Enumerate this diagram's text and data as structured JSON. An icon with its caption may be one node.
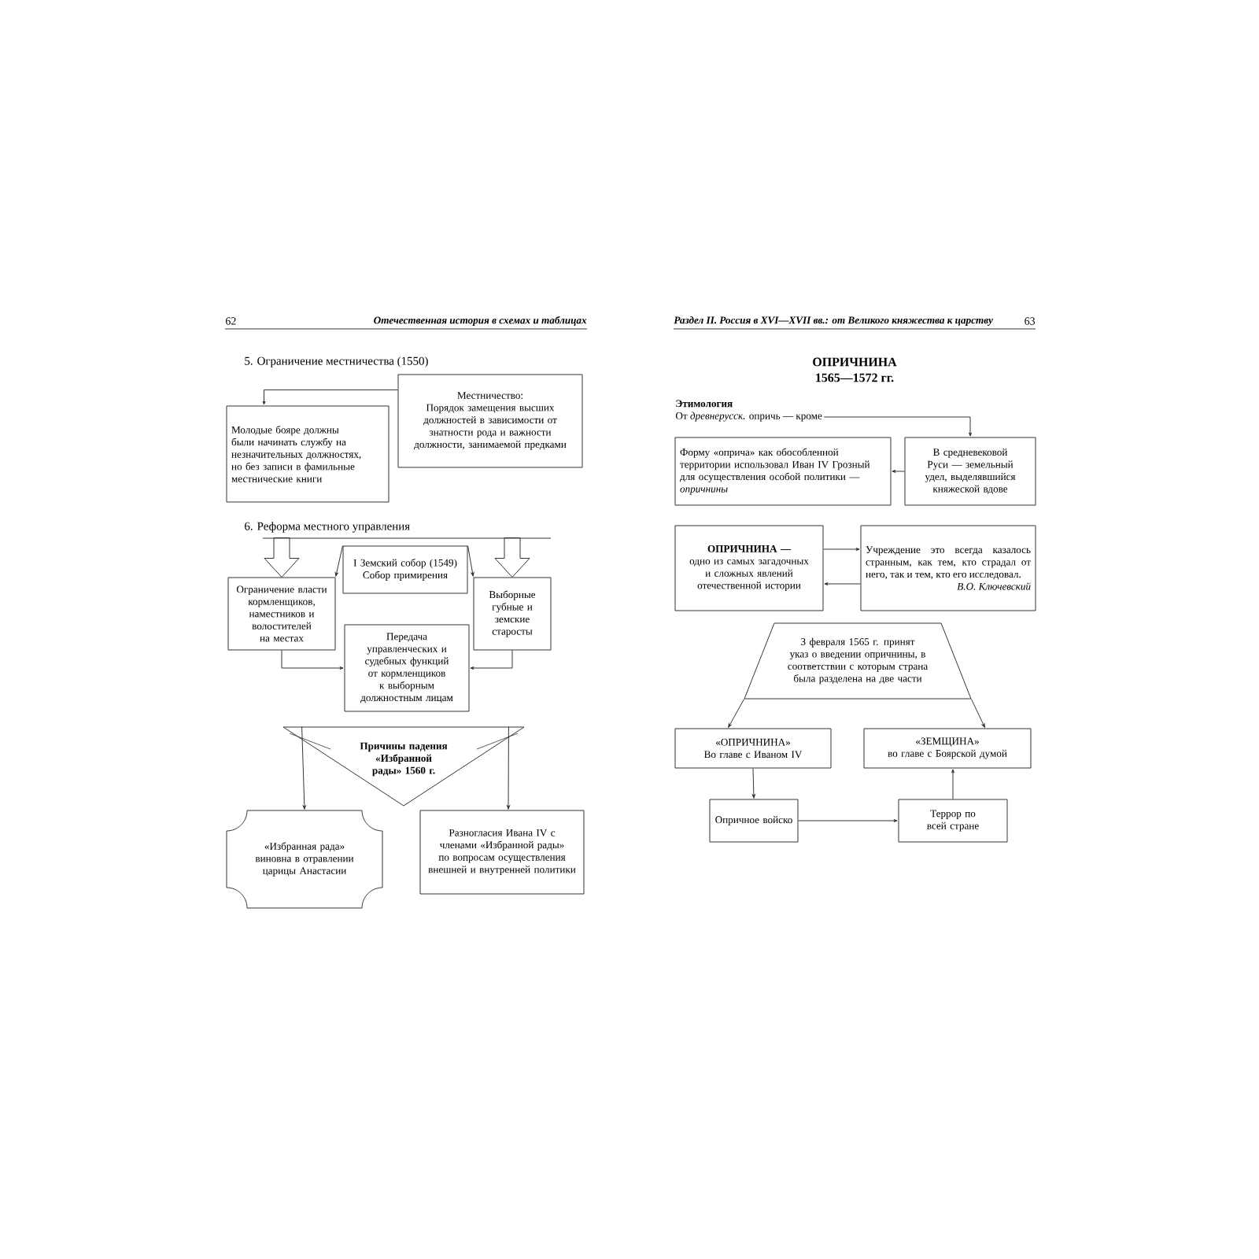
{
  "diagram": {
    "nodes": [
      {
        "text": [
          "Местничество:",
          "Порядок замещения высших должностей в зависимости от знатности рода и важности должности, занимаемой предками"
        ]
      },
      {
        "text": [
          "Молодые бояре должны были начинать службу на незначительных должностях, но без записи в фамильные местнические книги"
        ]
      },
      {
        "text": [
          "I Земский собор (1549)",
          "Собор примирения"
        ]
      },
      {
        "text": [
          "Ограничение власти кормленщиков, наместников и волостителей на местах"
        ]
      },
      {
        "text": [
          "Выборные губные и земские старосты"
        ]
      },
      {
        "text": [
          "Передача управленческих и судебных функций от кормленщиков к выборным должностным лицам"
        ]
      },
      {
        "text": [
          "Причины падения «Избранной рады» 1560 г."
        ]
      },
      {
        "text": [
          "«Избранная рада» виновна в отравлении царицы Анастасии"
        ]
      },
      {
        "text": [
          "Разногласия Ивана IV с членами «Избранной рады» по вопросам осуществления внешней и внутренней политики"
        ]
      },
      {
        "text": [
          "Этимология",
          "От *древнерусск.* опричь — кроме"
        ]
      },
      {
        "text": [
          "Форму «оприча» как обособленной территории использовал Иван IV Грозный для осуществления особой политики — *опричнины*"
        ]
      },
      {
        "text": [
          "В средневековой Руси — земельный удел, выделявшийся княжеской вдове"
        ]
      },
      {
        "text": [
          "ОПРИЧНИНА —",
          "одно из самых загадочных и сложных явлений отечественной истории"
        ]
      },
      {
        "text": [
          "Учреждение это всегда казалось странным, как тем, кто страдал от него, так и тем, кто его исследовал.",
          "В.О. Ключевский"
        ]
      },
      {
        "text": [
          "3 февраля 1565 г. принят указ о введении опричнины, в соответствии с которым страна была разделена на две части"
        ]
      },
      {
        "text": [
          "«ОПРИЧНИНА»",
          "Во главе с Иваном IV"
        ]
      },
      {
        "text": [
          "«ЗЕМЩИНА»",
          "во главе с Боярской думой"
        ]
      },
      {
        "text": [
          "Опричное войско"
        ]
      },
      {
        "text": [
          "Террор по всей стране"
        ]
      }
    ],
    "edges": [
      {
        "from": 0,
        "to": 1,
        "arrow": "to"
      },
      {
        "from": null,
        "to": 3,
        "arrow": "to",
        "style": "thick"
      },
      {
        "from": null,
        "to": 4,
        "arrow": "to",
        "style": "thick"
      },
      {
        "from": 2,
        "to": 3,
        "arrow": "to"
      },
      {
        "from": 2,
        "to": 4,
        "arrow": "to"
      },
      {
        "from": 3,
        "to": 5,
        "arrow": "to"
      },
      {
        "from": 4,
        "to": 5,
        "arrow": "to"
      },
      {
        "from": 6,
        "to": 7,
        "arrow": "to"
      },
      {
        "from": 6,
        "to": 8,
        "arrow": "to"
      },
      {
        "from": 9,
        "to": 11,
        "arrow": "to"
      },
      {
        "from": 11,
        "to": 10,
        "arrow": "to"
      },
      {
        "from": 12,
        "to": 13,
        "arrow": "to"
      },
      {
        "from": 13,
        "to": 12,
        "arrow": "to"
      },
      {
        "from": 14,
        "to": 15,
        "arrow": "to"
      },
      {
        "from": 14,
        "to": 16,
        "arrow": "to"
      },
      {
        "from": 15,
        "to": 17,
        "arrow": "to"
      },
      {
        "from": 17,
        "to": 18,
        "arrow": "to"
      },
      {
        "from": 18,
        "to": 16,
        "arrow": "to"
      }
    ],
    "labels": [
      "62",
      "Отечественная история в схемах и таблицах",
      "5. Ограничение местничества (1550)",
      "6. Реформа местного управления",
      "Раздел II. Россия в XVI—XVII вв.: от Великого княжества к царству",
      "63",
      "ОПРИЧНИНА",
      "1565—1572 гг."
    ]
  }
}
